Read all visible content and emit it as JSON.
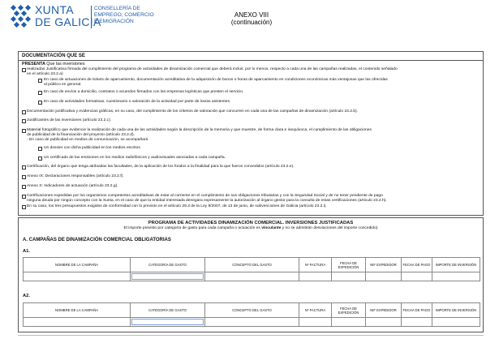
{
  "header": {
    "logo_line1": "XUNTA",
    "logo_line2": "DE GALICIA",
    "dept_line1": "CONSELLERÍA DE",
    "dept_line2": "EMPREGO, COMERCIO",
    "dept_line3": "E EMIGRACIÓN",
    "anexo_title": "ANEXO VIII",
    "anexo_sub": "(continuación)",
    "brand_color": "#1f5fa8"
  },
  "documentation": {
    "title": "DOCUMENTACIÓN QUE SE",
    "presenta": "PRESENTA",
    "presenta_rest": "Que las inversiones",
    "items": [
      "realizadas Justificativa firmada del cumplimiento del programa de actividades de dinamización comercial que deberá incluir, por lo menos, respecto a cada una de las campañas realizadas, el contenido señalado",
      "en el artículo 23.2.a)",
      "En caso de actuaciones de tickets de aparcamiento, documentación acreditativa de la adquisición de bonos o horas de aparcamiento en condiciones económicas más ventajosas que las ofrecidas",
      "al público en general.",
      "En caso de envíos a domicilio, contratos o acuerdos firmados con las empresas logísticas que presten el servicio.",
      "En caso de actividades formativas, cuestionario o valoración de la actividad por parte de los/as asistentes.",
      "Documentación justificativa y evidencias gráficas, en su caso, del cumplimiento de los criterios de valoración que concurren en cada una de las campañas de dinamización (artículo 23.2.b).",
      "Justificantes de las inversiones (artículo 23.2.c).",
      "Material fotográfico que evidencie la realización de cada una de las actividades según la descripción de la memoria y que muestre, de forma clara e inequívoca, el cumplimiento de las obligaciones",
      "de publicidad de la financiación del proyecto (artículo 23.2.d).",
      "- En caso de publicidad en medios de comunicación, se acompañará",
      "Un dossier con dicha publicidad en los medios escritos",
      "Un certificado de las emisiones en los medios radiofónicos y audiovisuales asociadas a cada campaña.",
      "Certificación, del órgano que tenga atribuidas las facultades, de la aplicación de los fondos a la finalidad para la que fueron concedidos (artículo 23.2.e).",
      "Anexo IX: Declaraciones responsables (artículo 23.2.f).",
      "Anexo X: Indicadores de actuación (artículo 23.2.g).",
      "Certificaciones expedidas por los organismos competentes acreditativas de estar al corriente en el cumplimiento de sus obligaciones tributarias y con la Seguridad Social y de no tener pendiente de pago",
      "ninguna deuda por ningún concepto con la Xunta, en el caso de que la entidad interesada denegara expresamente la autorización al órgano gestor para la consulta de estas certificaciones (artículo 23.2.h).",
      "En su caso, los tres presupuestos exigidos de conformidad con lo previsto en el artículo 29.3 de la Ley 9/2007, de 13 de junio, de subvenciones de Galicia (artículo 23.2.i)."
    ]
  },
  "program": {
    "title": "PROGRAMA DE ACTIVIDADES DINAMIZACIÓN COMERCIAL. INVERSIONES JUSTIFICADAS",
    "sub_prefix": "El importe previsto por categoría de gasto para cada campaña o actuación es",
    "sub_bold": "vinculante",
    "sub_suffix": "y no se admitirán desviaciones del importe concedido)",
    "section_a": "A. CAMPAÑAS DE DINAMIZACIÓN COMERCIAL OBLIGATORIAS",
    "a1": "A1.",
    "a2": "A2.",
    "columns": [
      "NOMBRE DE LA CAMPAÑA",
      "CATEGORÍA DE GASTO",
      "CONCEPTO DEL GASTO",
      "Nº FACTURA",
      "FECHA DE EXPEDICIÓN",
      "NIF EXPEDIDOR",
      "FECHA DE PAGO",
      "IMPORTE DE INVERSIÓN"
    ]
  }
}
